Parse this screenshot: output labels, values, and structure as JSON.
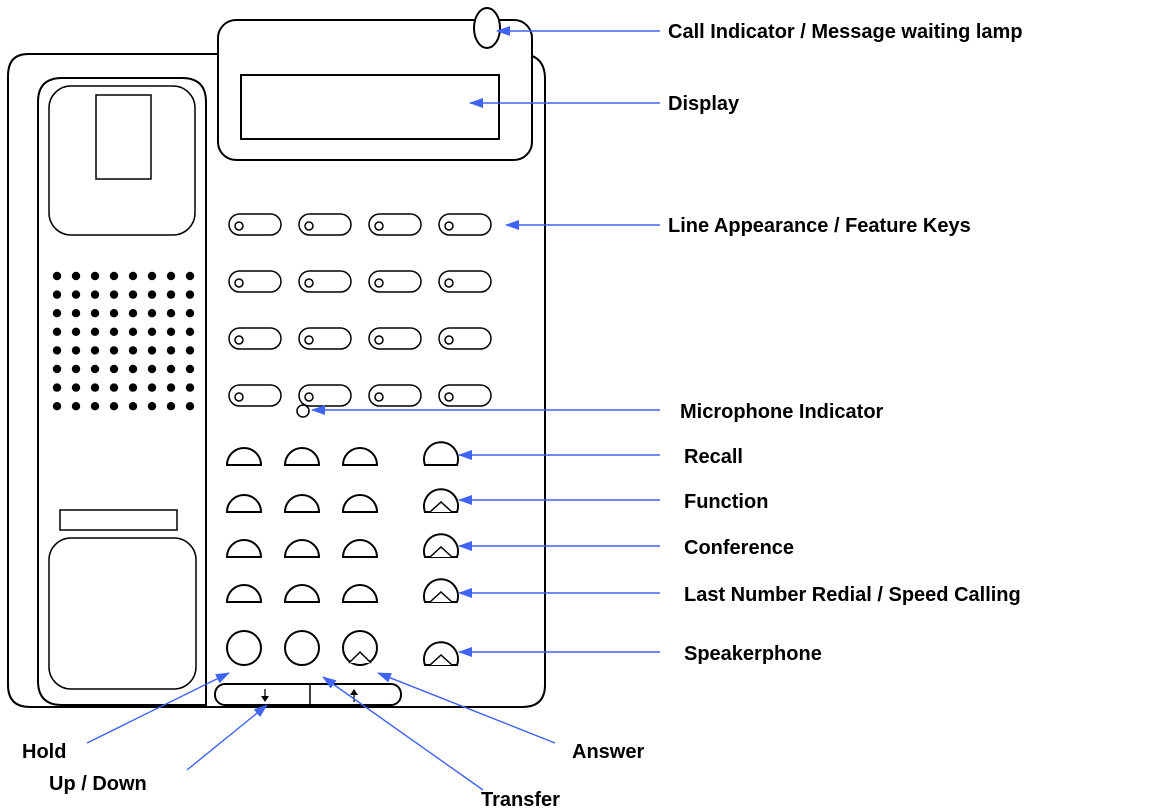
{
  "colors": {
    "leader": "#3f63f2",
    "outline": "#000000",
    "background": "#ffffff"
  },
  "labels": {
    "call_indicator": "Call Indicator / Message waiting lamp",
    "display": "Display",
    "line_keys": "Line Appearance / Feature Keys",
    "microphone": "Microphone Indicator",
    "recall": "Recall",
    "function": "Function",
    "conference": "Conference",
    "redial": "Last Number Redial / Speed Calling",
    "speakerphone": "Speakerphone",
    "hold": "Hold",
    "up_down": "Up / Down",
    "answer": "Answer",
    "transfer": "Transfer"
  },
  "keypad": {
    "line_key_rows": 4,
    "line_key_cols": 4,
    "dial_rows": 5,
    "dial_cols": 3,
    "speaker_grill_rows": 8,
    "speaker_grill_cols": 8
  },
  "icons": {
    "volume_down": "arrow-down-icon",
    "volume_up": "arrow-up-icon"
  }
}
